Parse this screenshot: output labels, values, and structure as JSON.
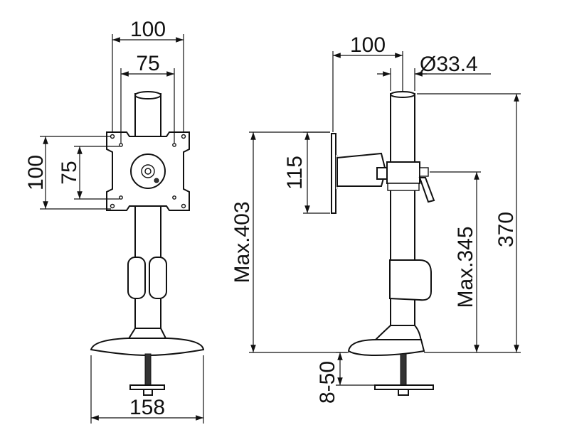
{
  "front_view": {
    "overall_width": "100",
    "hole_spacing_width": "75",
    "overall_height": "100",
    "hole_spacing_height": "75",
    "base_width": "158"
  },
  "side_view": {
    "plate_offset": "100",
    "pole_diameter": "Ø33.4",
    "plate_height": "115",
    "max_top_height": "Max.403",
    "max_mount_height": "Max.345",
    "pole_height": "370",
    "clamp_range": "8-50"
  }
}
